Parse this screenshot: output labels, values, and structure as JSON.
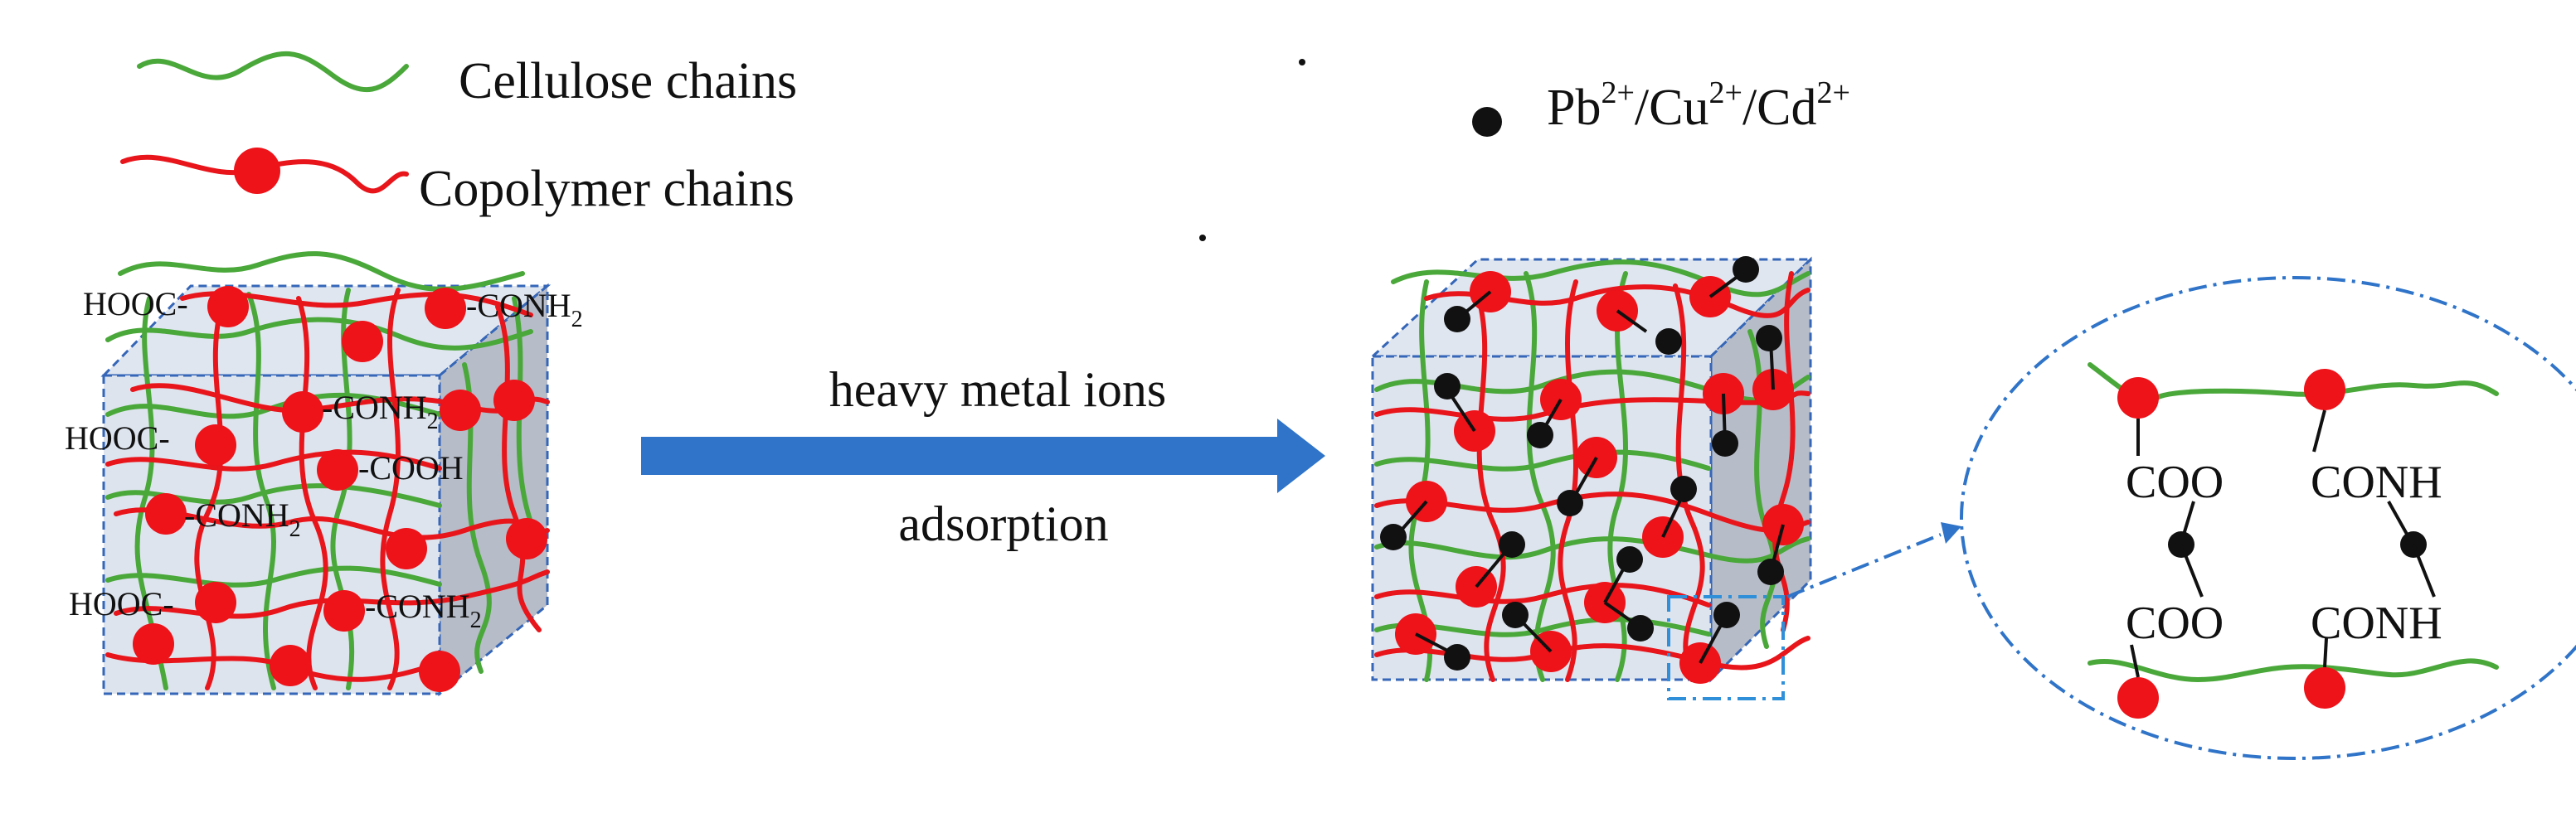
{
  "legend": {
    "cellulose_label": "Cellulose chains",
    "copolymer_label": "Copolymer chains",
    "metal_ion_label": "Pb2+/Cu2+/Cd2+",
    "colors": {
      "cellulose": "#4aa83a",
      "copolymer": "#e8151b",
      "metal_ion": "#111111"
    }
  },
  "process": {
    "top_label": "heavy metal ions",
    "bottom_label": "adsorption",
    "arrow_color": "#2f74c8"
  },
  "left_cube": {
    "group_labels": {
      "hooc_top": "HOOC-",
      "conh2_top": "-CONH",
      "hooc_mid": "HOOC-",
      "conh2_mid": "-CONH",
      "cooh_mid": "-COOH",
      "conh2_low": "-CONH",
      "hooc_low": "HOOC-",
      "conh2_bottom": "-CONH"
    },
    "subscript": "2"
  },
  "zoom": {
    "coo_top": "COO",
    "conh_top": "CONH",
    "coo_bottom": "COO",
    "conh_bottom": "CONH"
  }
}
